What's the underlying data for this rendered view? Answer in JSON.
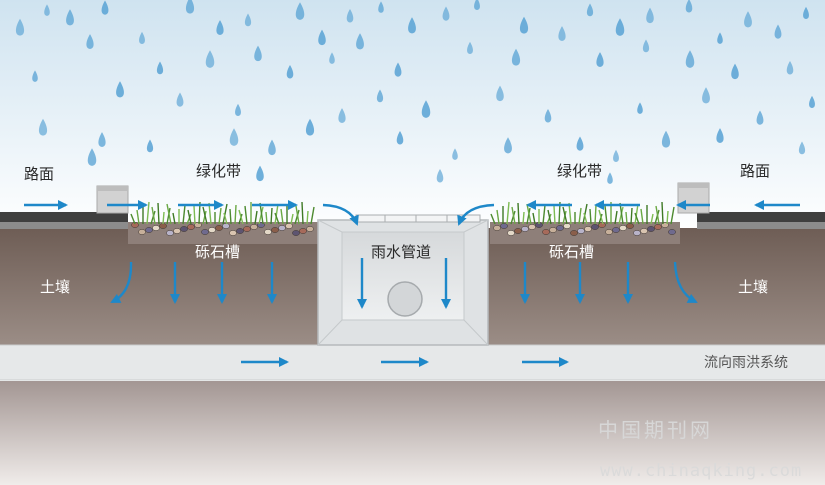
{
  "labels": {
    "road_left": "路面",
    "road_right": "路面",
    "greenbelt_left": "绿化带",
    "greenbelt_right": "绿化带",
    "gravel_left": "砾石槽",
    "gravel_right": "砾石槽",
    "soil_left": "土壤",
    "soil_right": "土壤",
    "storm_pipe": "雨水管道",
    "flow_to": "流向雨洪系统"
  },
  "watermark": {
    "cn": "中国期刊网",
    "url": "www.chinaqking.com"
  },
  "colors": {
    "sky_top": "#d9eaf4",
    "rain": "#5fa6d6",
    "arrow": "#1e88c9",
    "soil": "#76665e",
    "road": "#3f3f3f",
    "grass": "#5e9e3c",
    "channel": "#e4e7e8"
  }
}
